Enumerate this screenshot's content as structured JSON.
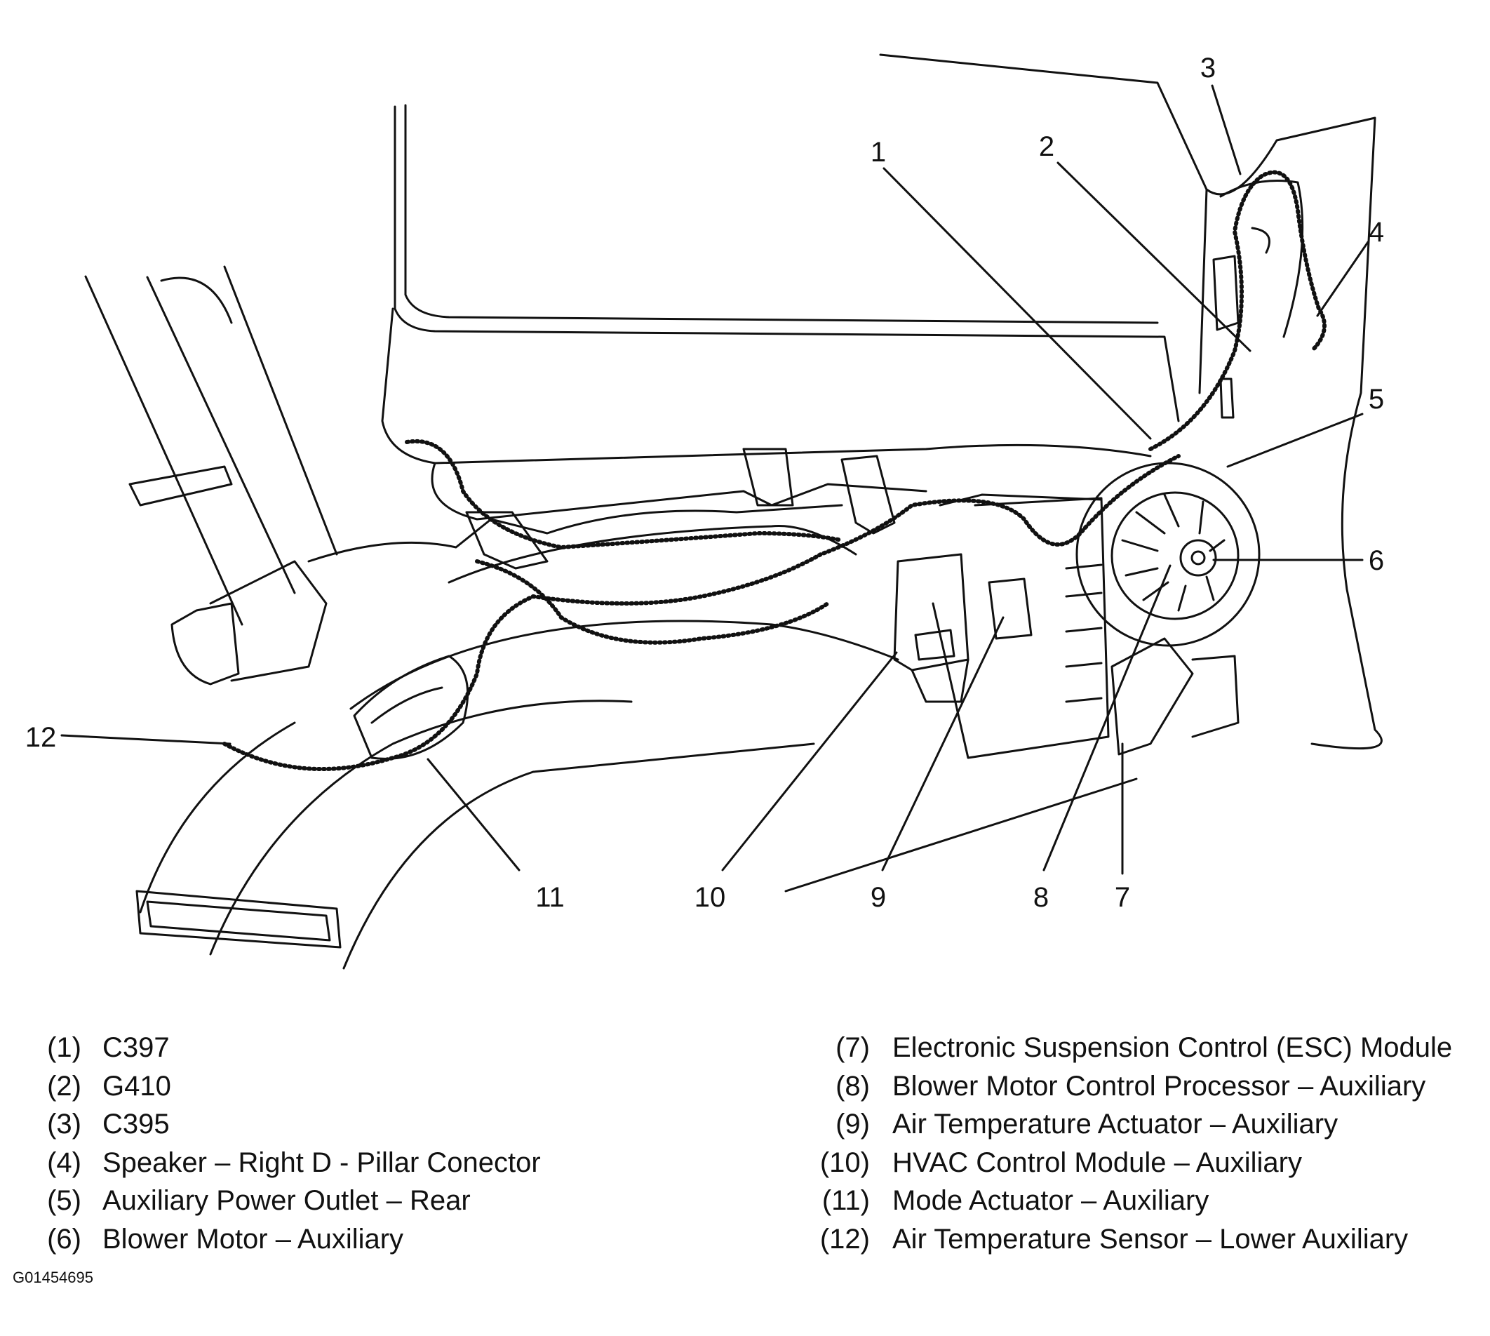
{
  "diagram": {
    "callouts": [
      "1",
      "2",
      "3",
      "4",
      "5",
      "6",
      "7",
      "8",
      "9",
      "10",
      "11",
      "12"
    ]
  },
  "legend": {
    "left": [
      {
        "num": "(1)",
        "text": "C397"
      },
      {
        "num": "(2)",
        "text": "G410"
      },
      {
        "num": "(3)",
        "text": "C395"
      },
      {
        "num": "(4)",
        "text": "Speaker – Right D - Pillar Conector"
      },
      {
        "num": "(5)",
        "text": "Auxiliary Power Outlet – Rear"
      },
      {
        "num": "(6)",
        "text": "Blower Motor – Auxiliary"
      }
    ],
    "right": [
      {
        "num": "(7)",
        "text": "Electronic Suspension Control (ESC) Module"
      },
      {
        "num": "(8)",
        "text": "Blower Motor Control Processor – Auxiliary"
      },
      {
        "num": "(9)",
        "text": "Air Temperature Actuator – Auxiliary"
      },
      {
        "num": "(10)",
        "text": "HVAC Control Module – Auxiliary"
      },
      {
        "num": "(11)",
        "text": "Mode Actuator – Auxiliary"
      },
      {
        "num": "(12)",
        "text": "Air Temperature Sensor – Lower Auxiliary"
      }
    ]
  },
  "figure_id": "G01454695"
}
